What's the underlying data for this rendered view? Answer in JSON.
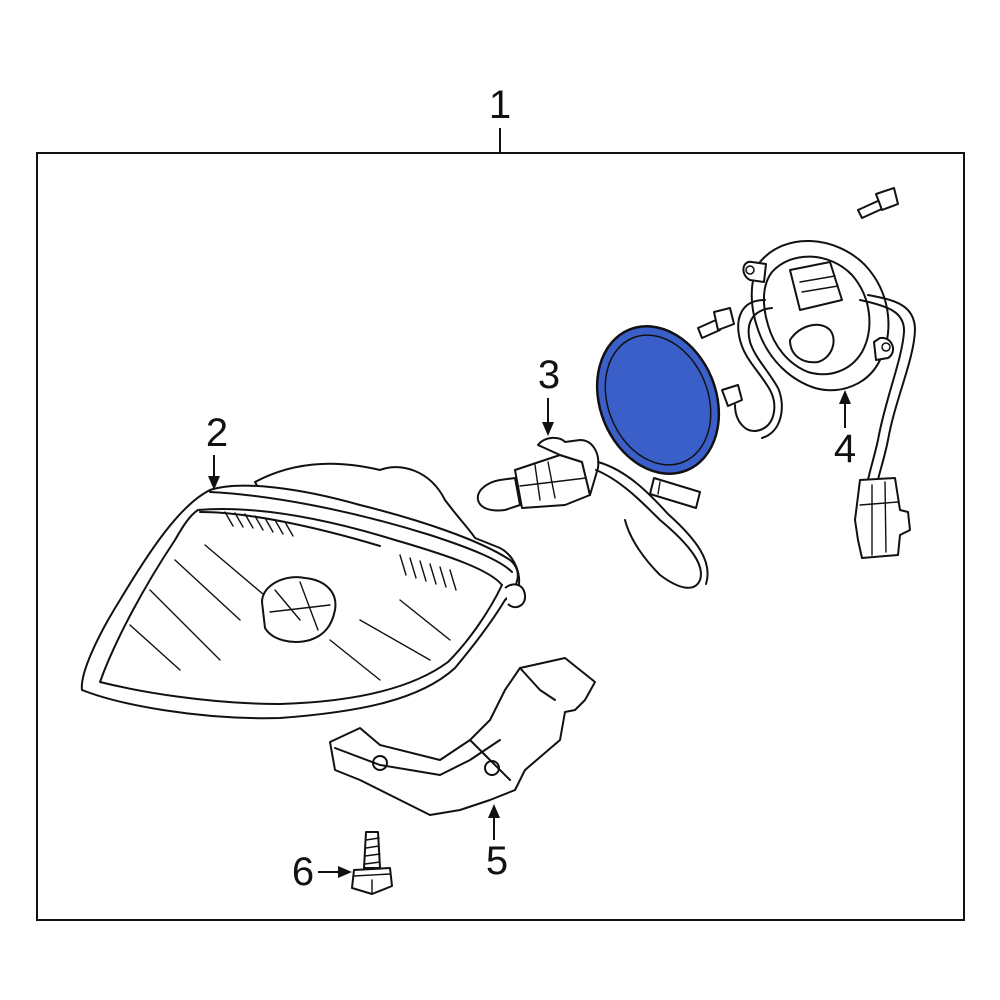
{
  "callouts": {
    "c1": "1",
    "c2": "2",
    "c3": "3",
    "c4": "4",
    "c5": "5",
    "c6": "6"
  },
  "colors": {
    "highlight": "#3a5fc8",
    "line": "#111111",
    "background": "#ffffff"
  }
}
